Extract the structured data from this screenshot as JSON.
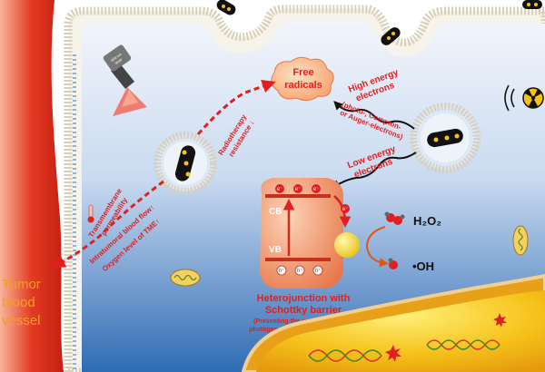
{
  "labels": {
    "free_radicals_1": "Free",
    "free_radicals_2": "radicals",
    "high_energy_1": "High energy",
    "high_energy_2": "electrons",
    "photo_1": "(photo-, Compton-",
    "photo_2": "or Auger-electrons)",
    "low_energy_1": "Low energy",
    "low_energy_2": "electrons",
    "radiotherapy_1": "Radiotherapy",
    "radiotherapy_2": "resistance ↓",
    "transmembrane_1": "Transmembrane",
    "transmembrane_2": "permeability",
    "intratumoral": "Intratumoral blood flow↑",
    "oxygen": "Oxygen level of TME↑",
    "cb": "CB",
    "vb": "VB",
    "electron": "e⁻",
    "hole": "h⁺",
    "h2o2": "H₂O₂",
    "oh": "•OH",
    "hetero_1": "Heterojunction with",
    "hetero_2": "Schottky barrier",
    "preventing_1": "(Preventing the recombination of",
    "preventing_2": "photogenerated electron-hole pairs)",
    "tumor_1": "Tumor",
    "tumor_2": "blood",
    "tumor_3": "vessel",
    "laser_1": "808 nm",
    "laser_2": "laser"
  },
  "colors": {
    "label_red": "#e02020",
    "vessel_red": "#e23a22",
    "tumor_text": "#f0a020",
    "cell_blue_top": "#e8eef8",
    "cell_blue_bottom": "#2f6cb4",
    "particle_orange": "#f49a6a"
  },
  "icons": [
    "laser-icon",
    "radiation-icon",
    "nucleus-icon",
    "mitochondria-icon",
    "dna-icon"
  ]
}
